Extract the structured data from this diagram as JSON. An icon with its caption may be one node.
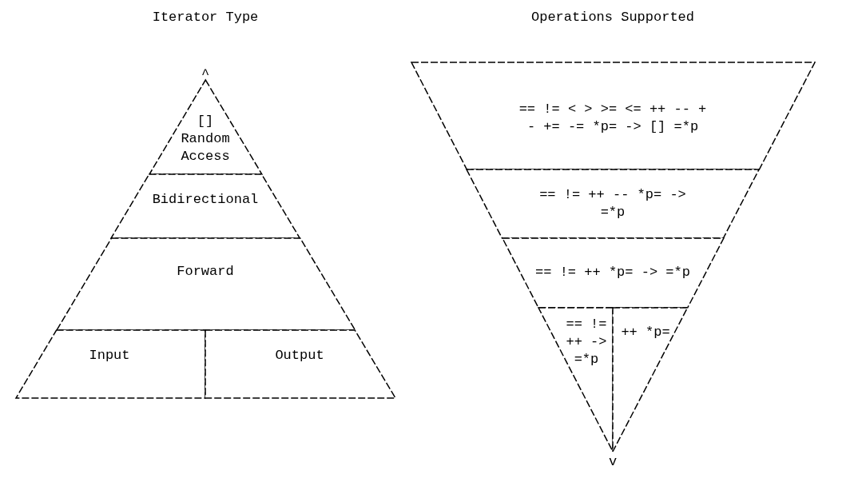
{
  "diagram": {
    "nodes": [
      {
        "text": [
          "[]",
          "Random Access"
        ]
      },
      {
        "text": [
          "Bidirectional"
        ]
      },
      {
        "text": [
          "Forward"
        ]
      },
      {
        "text": [
          "Input"
        ]
      },
      {
        "text": [
          "Output"
        ]
      },
      {
        "text": [
          "== != < > >= <= ++ -- + - += -= *p= -> [] =*p"
        ]
      },
      {
        "text": [
          "== != ++ -- *p= -> =*p"
        ]
      },
      {
        "text": [
          "== != ++ *p= -> =*p"
        ]
      },
      {
        "text": [
          "== != ++ -> =*p"
        ]
      },
      {
        "text": [
          "++ *p="
        ]
      }
    ],
    "labels": [
      "Iterator Type",
      "Operations Supported",
      "^",
      "v"
    ]
  }
}
